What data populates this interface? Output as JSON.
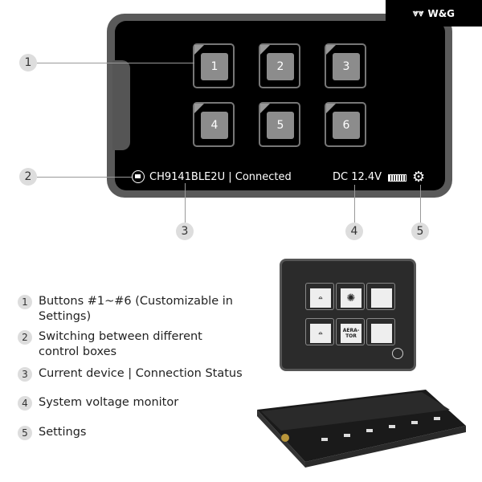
{
  "brand": {
    "logo": "W&G"
  },
  "screen": {
    "buttons": [
      "1",
      "2",
      "3",
      "4",
      "5",
      "6"
    ],
    "device": "CH9141BLE2U",
    "separator": "|",
    "connection": "Connected",
    "voltage": "DC 12.4V"
  },
  "callouts": [
    "1",
    "2",
    "3",
    "4",
    "5"
  ],
  "legend": [
    {
      "num": "1",
      "text": "Buttons #1~#6 (Customizable in Settings)"
    },
    {
      "num": "2",
      "text": "Switching between different control boxes"
    },
    {
      "num": "3",
      "text": "Current device | Connection Status"
    },
    {
      "num": "4",
      "text": "System voltage monitor"
    },
    {
      "num": "5",
      "text": "Settings"
    }
  ],
  "panel": {
    "aerator_label": "AERA-TOR"
  }
}
